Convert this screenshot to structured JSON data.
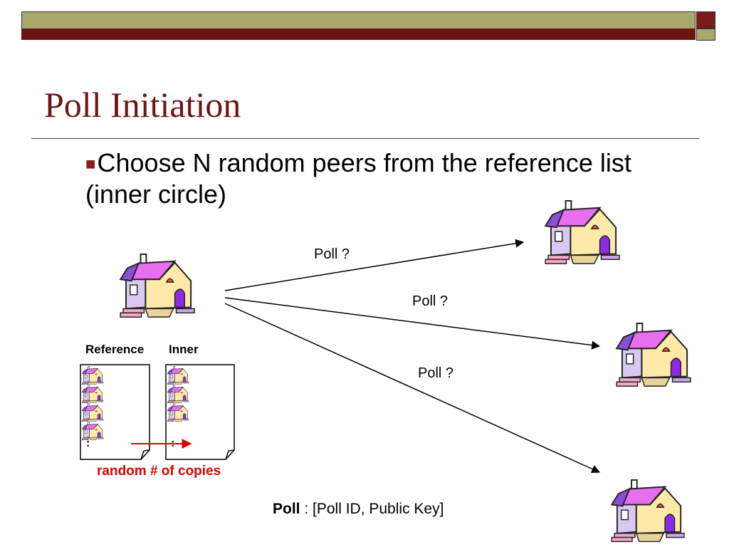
{
  "slide": {
    "title": "Poll Initiation",
    "bullet": "Choose N random peers from the reference list (inner circle)"
  },
  "diagram": {
    "poll_labels": [
      "Poll ?",
      "Poll ?",
      "Poll ?"
    ],
    "reference_label": "Reference",
    "inner_label": "Inner",
    "colon_mark": ":",
    "copies_label": "random # of copies",
    "poll_def_bold": "Poll",
    "poll_def_rest": " : [Poll ID, Public Key]"
  },
  "colors": {
    "title": "#6b1414",
    "bullet_mark": "#8b1a1a",
    "copies_arrow": "#e00000"
  }
}
